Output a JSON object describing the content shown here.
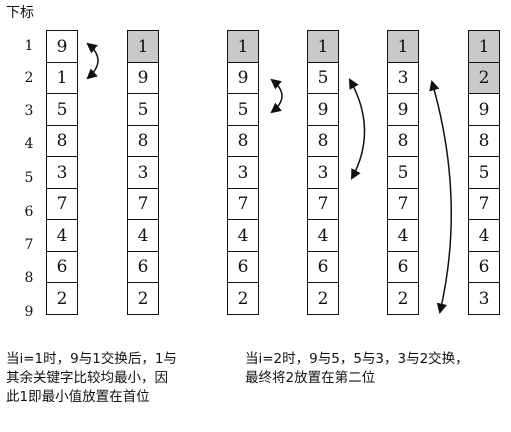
{
  "title": "下标",
  "indices": [
    "1",
    "2",
    "3",
    "4",
    "5",
    "6",
    "7",
    "8",
    "9"
  ],
  "columns": [
    {
      "values": [
        "9",
        "1",
        "5",
        "8",
        "3",
        "7",
        "4",
        "6",
        "2"
      ],
      "highlight": []
    },
    {
      "values": [
        "1",
        "9",
        "5",
        "8",
        "3",
        "7",
        "4",
        "6",
        "2"
      ],
      "highlight": [
        0
      ]
    },
    {
      "values": [
        "1",
        "9",
        "5",
        "8",
        "3",
        "7",
        "4",
        "6",
        "2"
      ],
      "highlight": [
        0
      ]
    },
    {
      "values": [
        "1",
        "5",
        "9",
        "8",
        "3",
        "7",
        "4",
        "6",
        "2"
      ],
      "highlight": [
        0
      ]
    },
    {
      "values": [
        "1",
        "3",
        "9",
        "8",
        "5",
        "7",
        "4",
        "6",
        "2"
      ],
      "highlight": [
        0
      ]
    },
    {
      "values": [
        "1",
        "2",
        "9",
        "8",
        "5",
        "7",
        "4",
        "6",
        "3"
      ],
      "highlight": [
        0,
        1
      ]
    }
  ],
  "captions": {
    "left": [
      "当i=1时，9与1交换后，1与",
      "其余关键字比较均最小，因",
      "此1即最小值放置在首位"
    ],
    "right": [
      "当i=2时，9与5，5与3，3与2交换，",
      "最终将2放置在第二位"
    ]
  },
  "highlight_color": "#c9c9c9"
}
